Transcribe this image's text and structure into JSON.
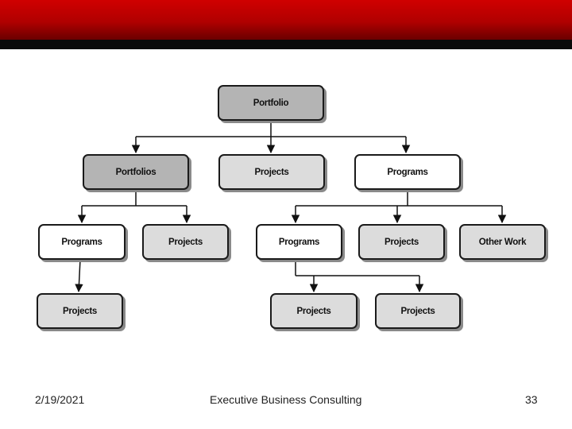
{
  "slide": {
    "nodes": {
      "root": "Portfolio",
      "portfolios": "Portfolios",
      "projects_l1": "Projects",
      "programs_l1": "Programs",
      "programs_a": "Programs",
      "projects_a": "Projects",
      "programs_b": "Programs",
      "projects_b": "Projects",
      "other_work": "Other Work",
      "projects_c": "Projects",
      "projects_d": "Projects",
      "projects_e": "Projects"
    },
    "colors": {
      "accent_red": "#c00000",
      "node_dark": "#b4b4b4",
      "node_light": "#dcdcdc",
      "node_white": "#ffffff"
    }
  },
  "footer": {
    "date": "2/19/2021",
    "company": "Executive Business Consulting",
    "page_number": "33"
  }
}
